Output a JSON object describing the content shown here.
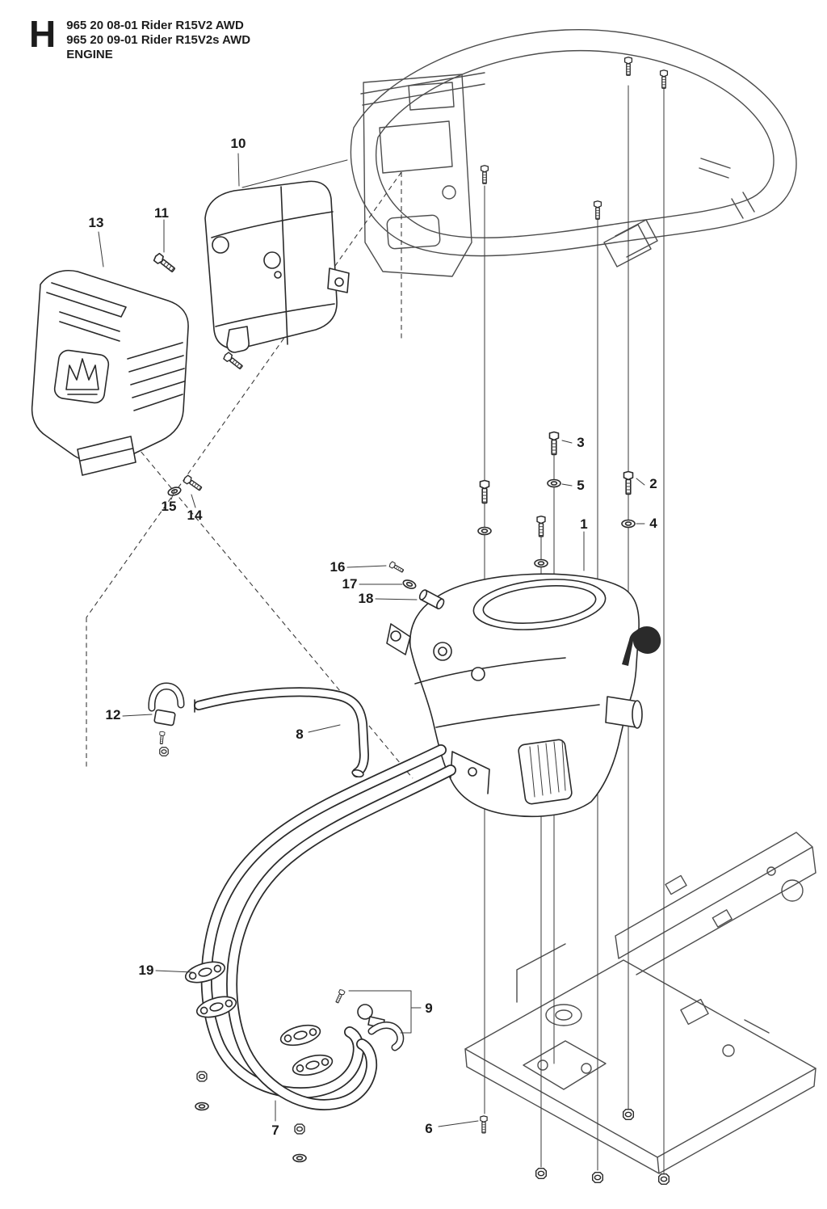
{
  "document": {
    "section_letter": "H",
    "model_lines": [
      "965 20 08-01 Rider R15V2 AWD",
      "965 20 09-01 Rider R15V2s AWD"
    ],
    "section_title": "ENGINE"
  },
  "diagram": {
    "type": "exploded-parts-diagram",
    "brand_logo_icon": "husqvarna-crown",
    "colors": {
      "line": "#2a2a2a",
      "background": "#ffffff"
    },
    "callouts": [
      {
        "number": "10"
      },
      {
        "number": "11"
      },
      {
        "number": "13"
      },
      {
        "number": "15"
      },
      {
        "number": "14"
      },
      {
        "number": "3"
      },
      {
        "number": "5"
      },
      {
        "number": "2"
      },
      {
        "number": "4"
      },
      {
        "number": "1"
      },
      {
        "number": "16"
      },
      {
        "number": "17"
      },
      {
        "number": "18"
      },
      {
        "number": "12"
      },
      {
        "number": "8"
      },
      {
        "number": "19"
      },
      {
        "number": "9"
      },
      {
        "number": "6"
      },
      {
        "number": "7"
      }
    ]
  }
}
